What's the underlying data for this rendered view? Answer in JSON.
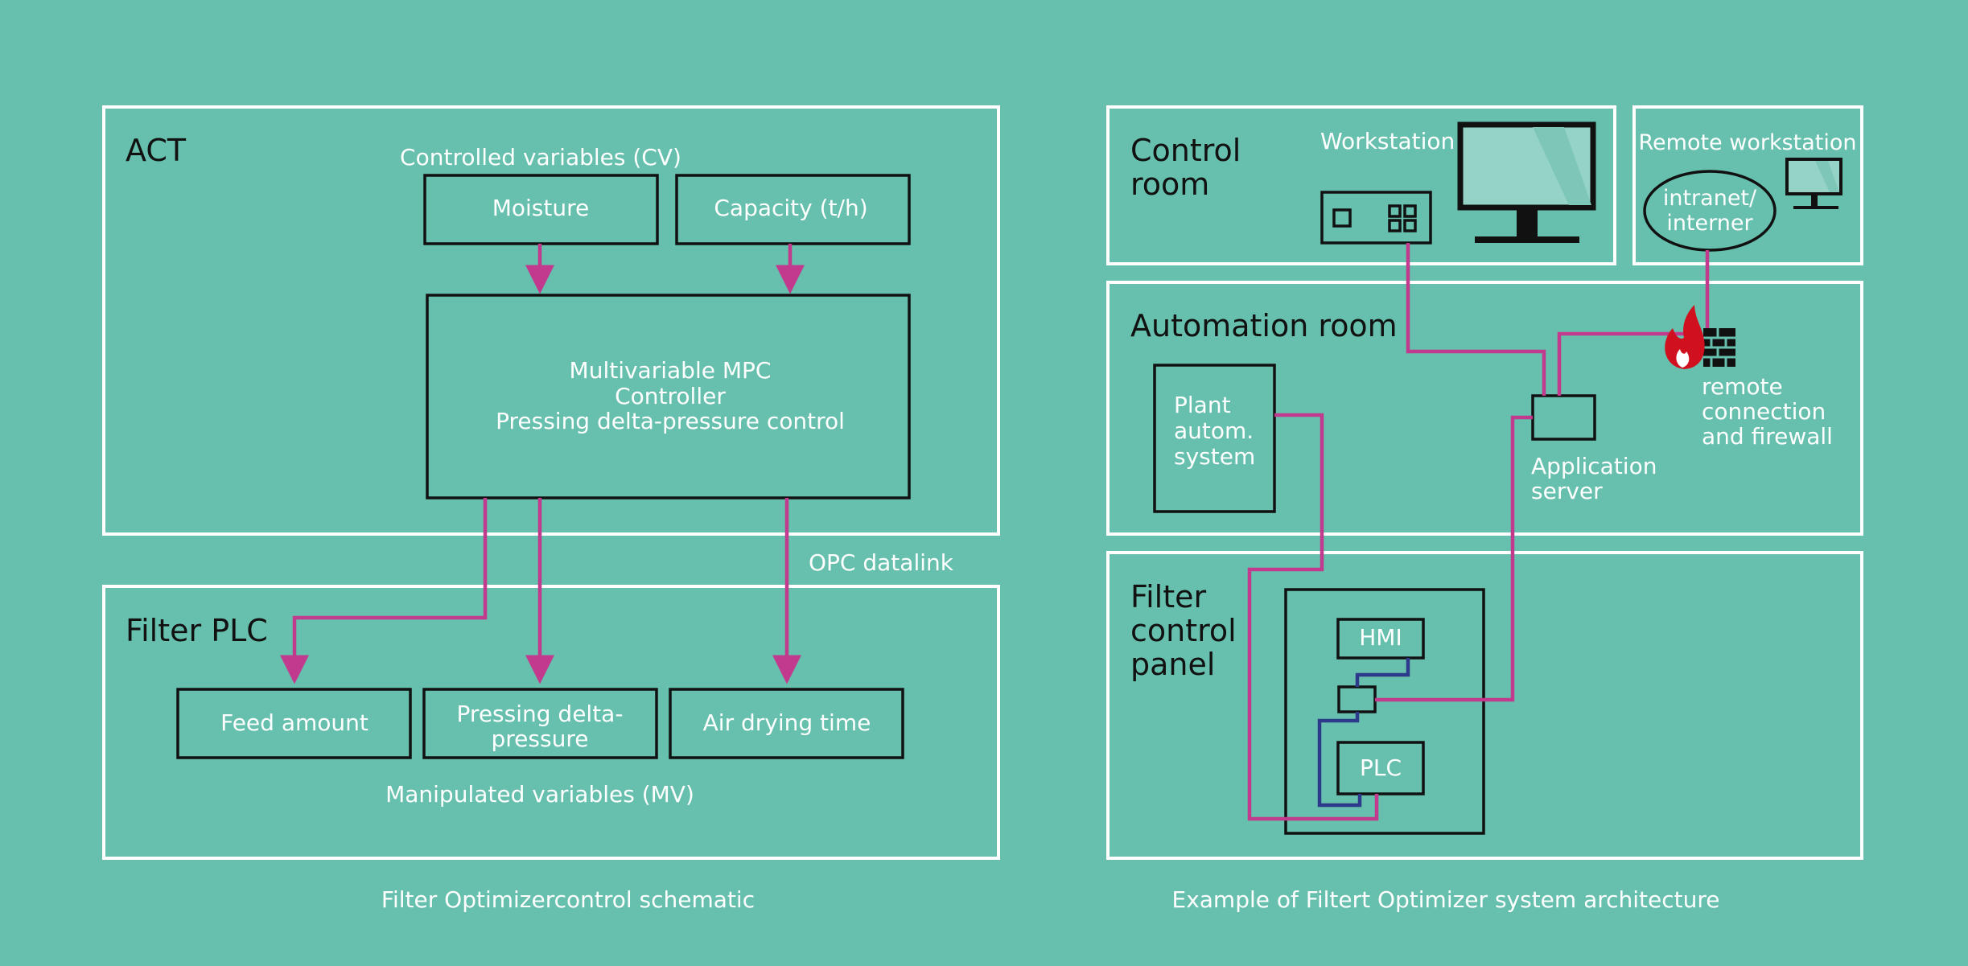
{
  "left_panel": {
    "act_title": "ACT",
    "cv_label": "Controlled variables (CV)",
    "cv_moisture": "Moisture",
    "cv_capacity": "Capacity (t/h)",
    "mpc_line1": "Multivariable MPC",
    "mpc_line2": "Controller",
    "mpc_line3": "Pressing delta-pressure control",
    "opc_label": "OPC datalink",
    "plc_title": "Filter PLC",
    "mv_feed": "Feed amount",
    "mv_pressing_line1": "Pressing delta-",
    "mv_pressing_line2": "pressure",
    "mv_air": "Air drying time",
    "mv_label": "Manipulated variables (MV)",
    "caption": "Filter Optimizercontrol schematic"
  },
  "right_panel": {
    "control_room_line1": "Control",
    "control_room_line2": "room",
    "workstation_label": "Workstation",
    "remote_ws_label": "Remote workstation",
    "intranet_line1": "intranet/",
    "intranet_line2": "interner",
    "automation_room_title": "Automation room",
    "plant_line1": "Plant",
    "plant_line2": "autom.",
    "plant_line3": "system",
    "app_server_line1": "Application",
    "app_server_line2": "server",
    "remote_line1": "remote",
    "remote_line2": "connection",
    "remote_line3": "and firewall",
    "filter_panel_line1": "Filter",
    "filter_panel_line2": "control",
    "filter_panel_line3": "panel",
    "hmi_label": "HMI",
    "plc_label": "PLC",
    "caption": "Example of Filtert Optimizer system architecture"
  },
  "colors": {
    "background": "#66c0ad",
    "frame": "#ffffff",
    "box_stroke": "#111111",
    "signal_line": "#c23a8e",
    "local_link": "#2d3a8c",
    "flame": "#d0101e"
  }
}
